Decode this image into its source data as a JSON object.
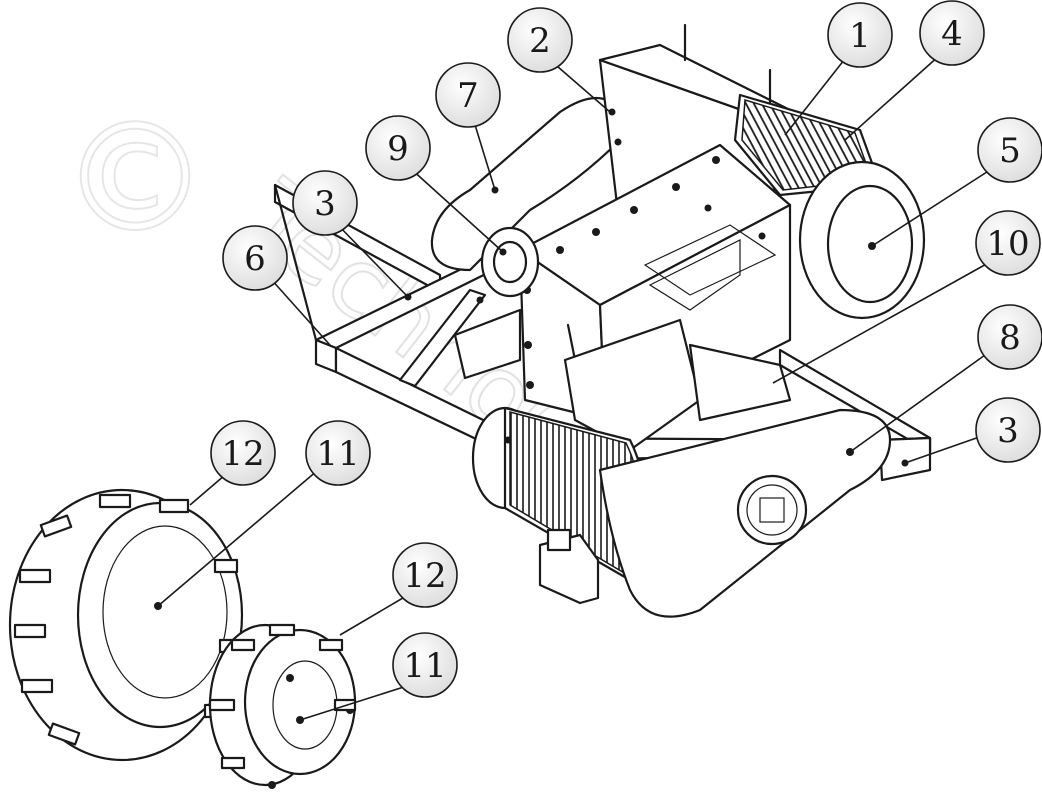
{
  "watermark": {
    "symbol": "©",
    "text": "TechnoOp"
  },
  "callouts": [
    {
      "id": "c1",
      "label": "1"
    },
    {
      "id": "c2",
      "label": "2"
    },
    {
      "id": "c3a",
      "label": "3"
    },
    {
      "id": "c3b",
      "label": "3"
    },
    {
      "id": "c4",
      "label": "4"
    },
    {
      "id": "c5",
      "label": "5"
    },
    {
      "id": "c6",
      "label": "6"
    },
    {
      "id": "c7",
      "label": "7"
    },
    {
      "id": "c8",
      "label": "8"
    },
    {
      "id": "c9",
      "label": "9"
    },
    {
      "id": "c10",
      "label": "10"
    },
    {
      "id": "c11a",
      "label": "11"
    },
    {
      "id": "c11b",
      "label": "11"
    },
    {
      "id": "c12a",
      "label": "12"
    },
    {
      "id": "c12b",
      "label": "12"
    }
  ],
  "colors": {
    "line": "#1a1a1a",
    "callout_fill": "#f2f2f2",
    "watermark": "#e2e2e2"
  }
}
